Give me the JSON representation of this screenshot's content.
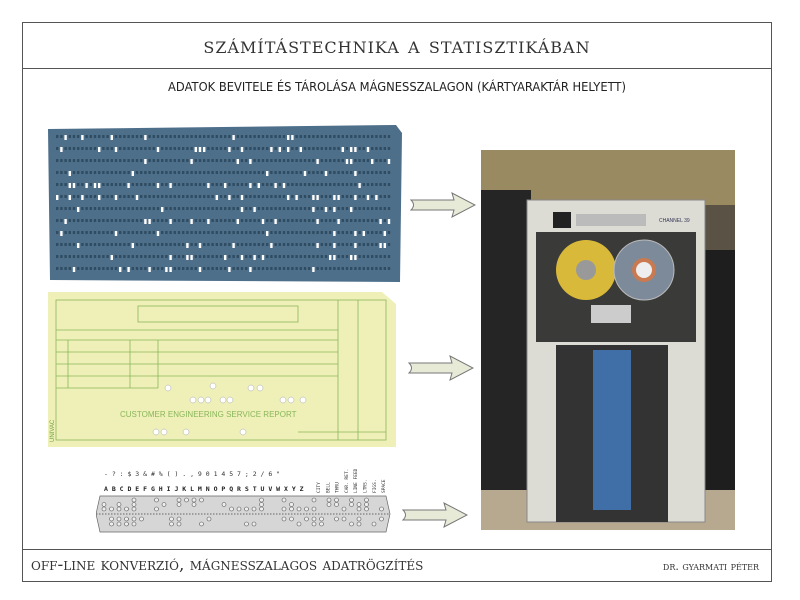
{
  "slide": {
    "title": "Számítástechnika a statisztikában",
    "subtitle": "ADATOK BEVITELE ÉS TÁROLÁSA MÁGNESSZALAGON (KÁRTYARAKTÁR HELYETT)",
    "footer_left": "Off-line konverzió, mágnesszalagos adatrögzítés",
    "footer_right": "Dr. Gyarmati Péter"
  },
  "images": {
    "yellow_card_caption": "CUSTOMER ENGINEERING SERVICE REPORT",
    "yellow_card_brand": "UNIVAC",
    "tape_letters": "A B C D E F G H I J K L M N O P Q R S T U V W X Y Z",
    "tape_symbols": "- ? : $ 3 & # % ( ) . , 9 0 1 4 5 7 ; 2 / 6 \"",
    "tape_special": [
      "CITY",
      "BELL",
      "THRU",
      "CAR. RET.",
      "LINE FEED",
      "LTRS.",
      "FIGS.",
      "SPACE"
    ],
    "machine_label": "CHANNEL 39"
  },
  "colors": {
    "blue_card": "#4d6f8a",
    "yellow_card": "#eef0b8",
    "card_ink": "#7fae4a",
    "tape": "#d6d6d6",
    "machine_frame": "#dcdcd4",
    "tape_blue": "#3f6fa6",
    "reel_yellow": "#d9b93a"
  }
}
